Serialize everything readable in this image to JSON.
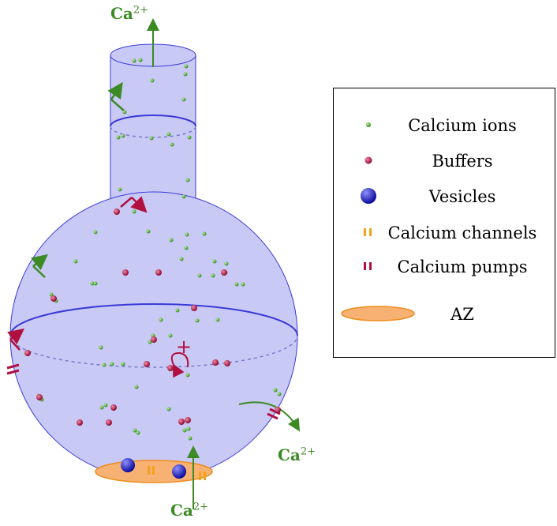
{
  "colors": {
    "flask_fill": "#c9c9f6",
    "flask_stroke": "#3a3ad6",
    "calcium": "#43a02c",
    "buffer": "#b0103f",
    "vesicle": "#1c1cd8",
    "channel": "#f3a219",
    "az_fill": "#f7b273",
    "az_stroke": "#ee8c1b",
    "arrow_green": "#3b8a24",
    "arrow_red": "#b0103f"
  },
  "ca_label": {
    "base": "Ca",
    "charge": "2+"
  },
  "legend": {
    "items": [
      {
        "label": "Calcium ions",
        "icon": "calcium-ion-icon"
      },
      {
        "label": "Buffers",
        "icon": "buffer-icon"
      },
      {
        "label": "Vesicles",
        "icon": "vesicle-icon"
      },
      {
        "label": "Calcium channels",
        "icon": "calcium-channel-icon"
      },
      {
        "label": "Calcium pumps",
        "icon": "calcium-pump-icon"
      },
      {
        "label": "AZ",
        "icon": "active-zone-icon"
      }
    ]
  },
  "annotations": {
    "rotation_sign": "+"
  }
}
